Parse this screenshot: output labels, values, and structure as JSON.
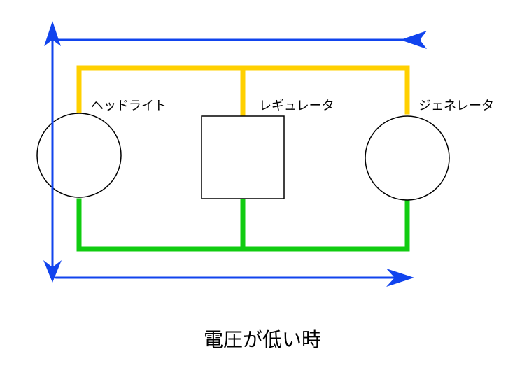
{
  "labels": {
    "headlight": "ヘッドライト",
    "regulator": "レギュレータ",
    "generator": "ジェネレータ"
  },
  "caption": "電圧が低い時",
  "colors": {
    "positive_line": "#FFD000",
    "negative_line": "#11CC11",
    "flow_arrow": "#1144EE",
    "component_outline": "#000000",
    "background": "#FFFFFF"
  }
}
